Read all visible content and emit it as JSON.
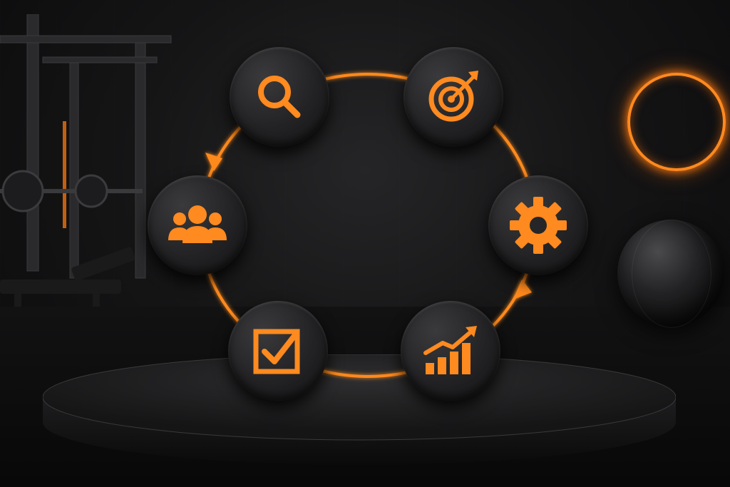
{
  "scene": {
    "description_icons": [
      "search-icon",
      "target-icon",
      "gear-icon",
      "growth-chart-icon",
      "checkbox-icon",
      "team-icon"
    ],
    "accent_color": "#ff8a1f",
    "background_color": "#151516"
  },
  "cycle": {
    "nodes": [
      {
        "id": "search",
        "icon": "search-icon"
      },
      {
        "id": "target",
        "icon": "target-icon"
      },
      {
        "id": "settings",
        "icon": "gear-icon"
      },
      {
        "id": "growth",
        "icon": "growth-chart-icon"
      },
      {
        "id": "complete",
        "icon": "checkbox-icon"
      },
      {
        "id": "team",
        "icon": "team-icon"
      }
    ]
  }
}
